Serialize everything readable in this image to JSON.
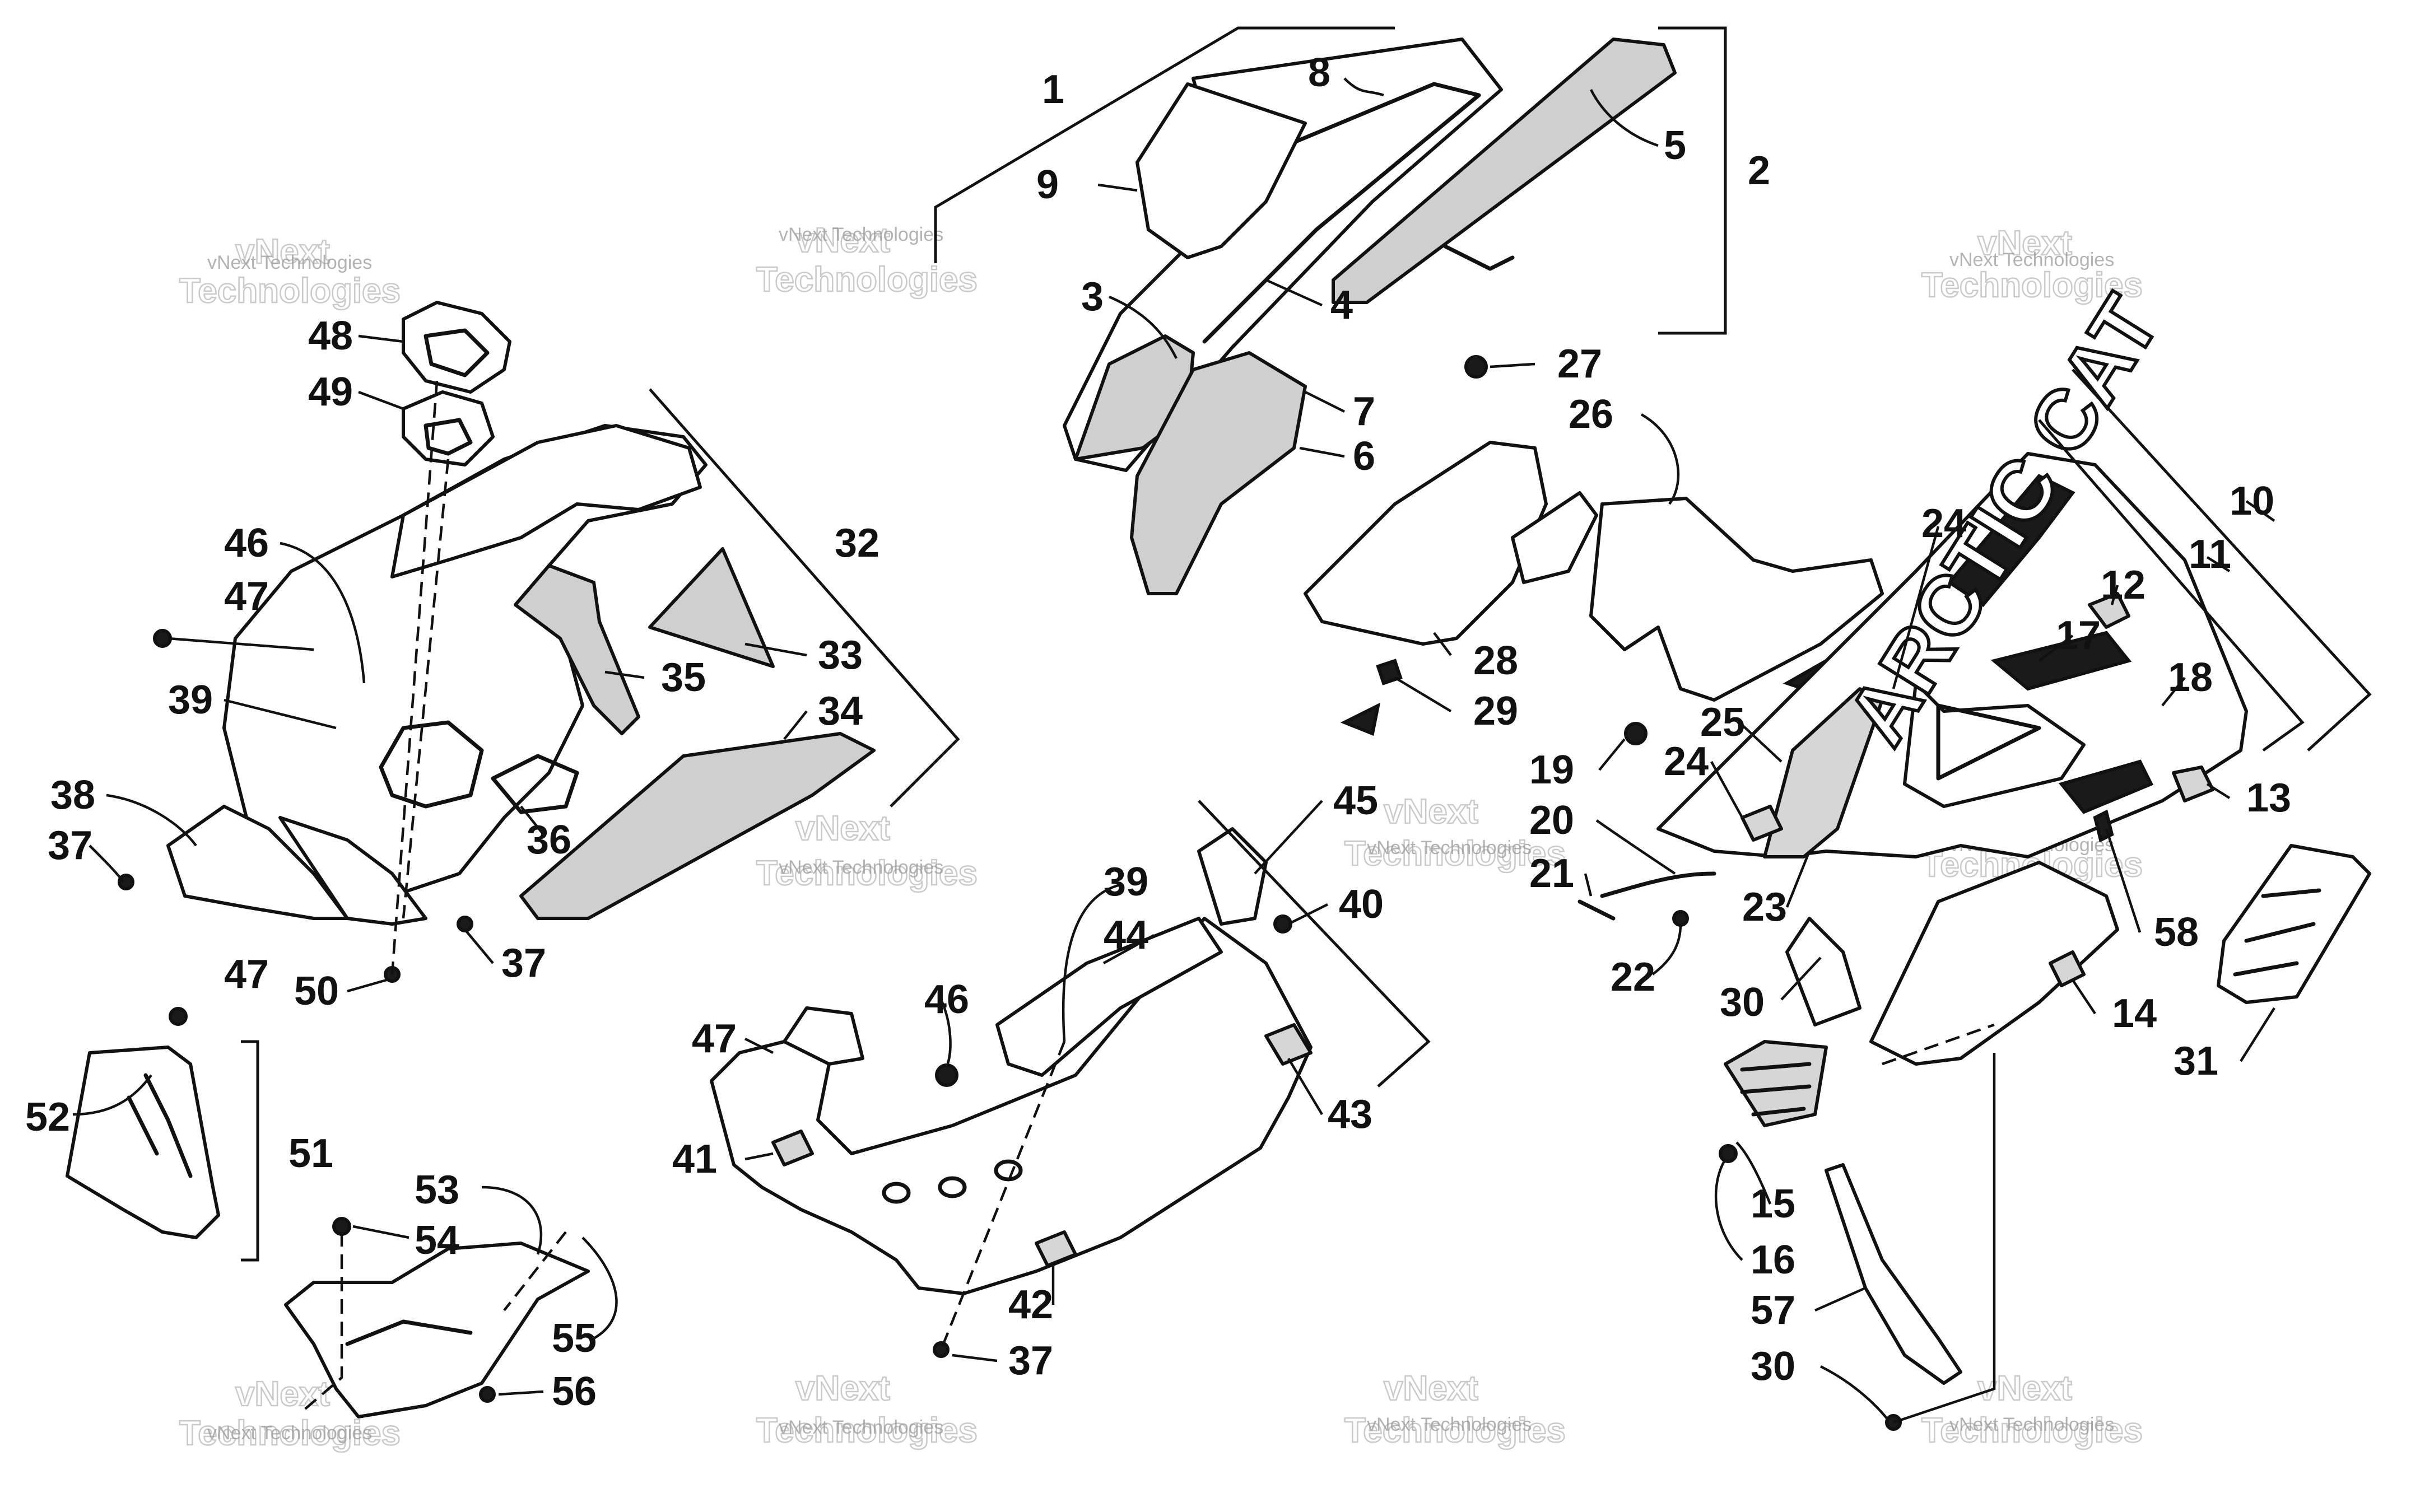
{
  "watermark": {
    "line_small": "vNext Technologies",
    "line_big_1": "vNext",
    "line_big_2": "Technologies"
  },
  "decal_text": "ARCTIC CAT",
  "callouts": {
    "c1": "1",
    "c2": "2",
    "c3": "3",
    "c4": "4",
    "c5": "5",
    "c6": "6",
    "c7": "7",
    "c8": "8",
    "c9": "9",
    "c10": "10",
    "c11": "11",
    "c12": "12",
    "c13": "13",
    "c14": "14",
    "c15": "15",
    "c16": "16",
    "c17": "17",
    "c18": "18",
    "c19": "19",
    "c20": "20",
    "c21": "21",
    "c22": "22",
    "c23": "23",
    "c24a": "24",
    "c24b": "24",
    "c25": "25",
    "c26": "26",
    "c27": "27",
    "c28": "28",
    "c29": "29",
    "c30a": "30",
    "c30b": "30",
    "c31": "31",
    "c32": "32",
    "c33": "33",
    "c34": "34",
    "c35": "35",
    "c36": "36",
    "c37a": "37",
    "c37b": "37",
    "c37c": "37",
    "c38": "38",
    "c39a": "39",
    "c39b": "39",
    "c40": "40",
    "c41": "41",
    "c42": "42",
    "c43": "43",
    "c44": "44",
    "c45": "45",
    "c46a": "46",
    "c46b": "46",
    "c47a": "47",
    "c47b": "47",
    "c47c": "47",
    "c48": "48",
    "c49": "49",
    "c50": "50",
    "c51": "51",
    "c52": "52",
    "c53": "53",
    "c54": "54",
    "c55": "55",
    "c56": "56",
    "c57": "57",
    "c58": "58"
  }
}
